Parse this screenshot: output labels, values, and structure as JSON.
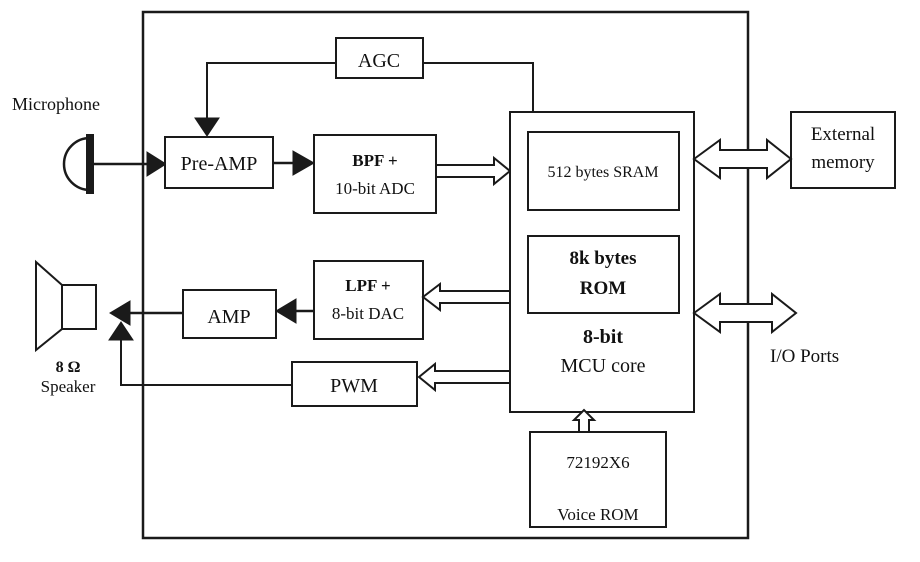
{
  "blocks": {
    "agc": "AGC",
    "preamp": "Pre-AMP",
    "bpf_adc": [
      "BPF +",
      "10-bit ADC"
    ],
    "sram": "512 bytes SRAM",
    "rom": [
      "8k bytes",
      "ROM"
    ],
    "mcu": [
      "8-bit",
      "MCU core"
    ],
    "lpf_dac": [
      "LPF +",
      "8-bit DAC"
    ],
    "amp": "AMP",
    "pwm": "PWM",
    "voice_rom": [
      "72192X6",
      "Voice ROM"
    ],
    "ext_mem": [
      "External",
      "memory"
    ]
  },
  "labels": {
    "microphone": "Microphone",
    "speaker": [
      "8 Ω",
      "Speaker"
    ],
    "io_ports": "I/O Ports"
  }
}
